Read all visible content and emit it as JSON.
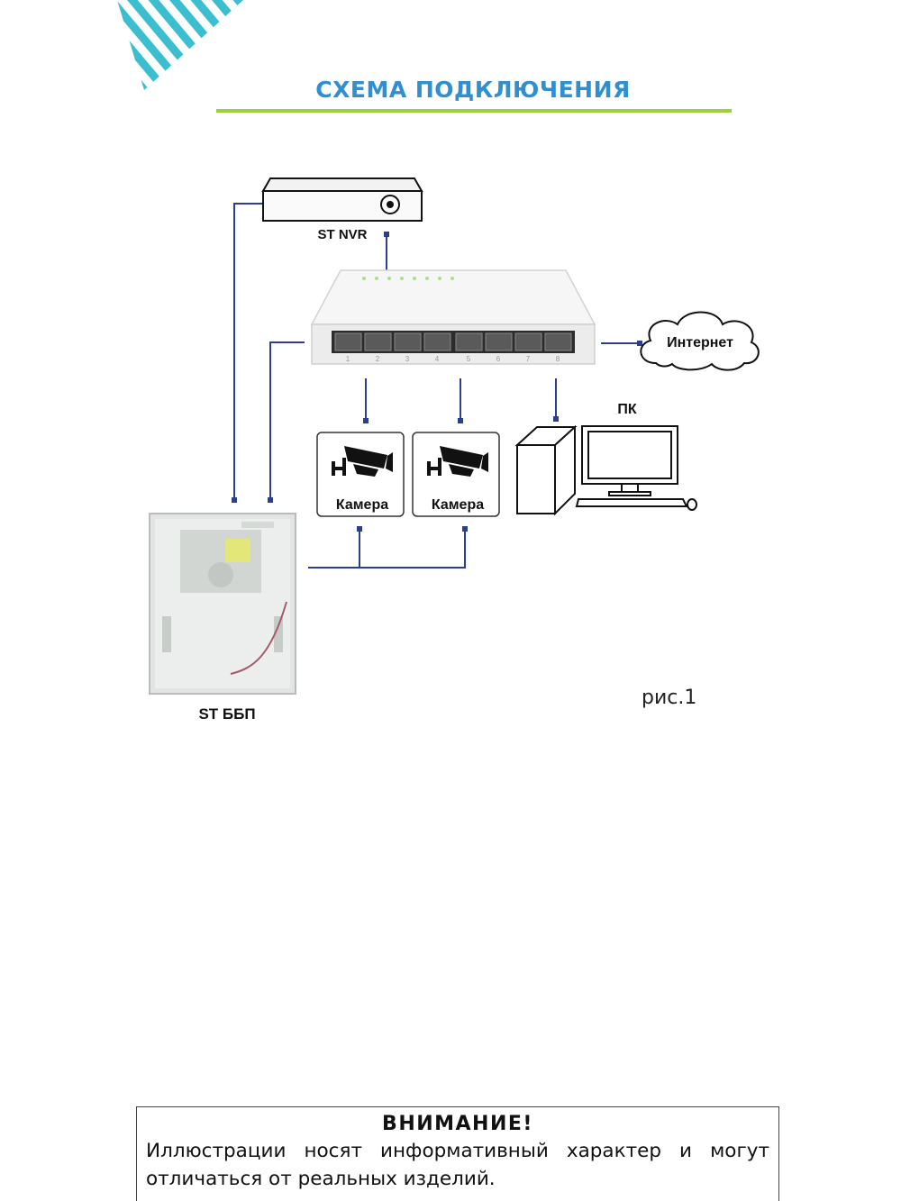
{
  "header": {
    "title": "СХЕМА ПОДКЛЮЧЕНИЯ",
    "accent_color": "#2f8fd0",
    "rule_color": "#9bd23c"
  },
  "diagram": {
    "nvr_label": "ST NVR",
    "internet_label": "Интернет",
    "pc_label": "ПК",
    "camera1_label": "Камера",
    "camera2_label": "Камера",
    "psu_label": "ST ББП",
    "wire_color": "#2a3f8f",
    "switch_port_numbers": [
      "1",
      "2",
      "3",
      "4",
      "5",
      "6",
      "7",
      "8"
    ],
    "figure_caption": "рис.1"
  },
  "notice": {
    "title": "ВНИМАНИЕ!",
    "text": "Иллюстрации носят информативный характер и могут отличаться от реальных изделий."
  }
}
